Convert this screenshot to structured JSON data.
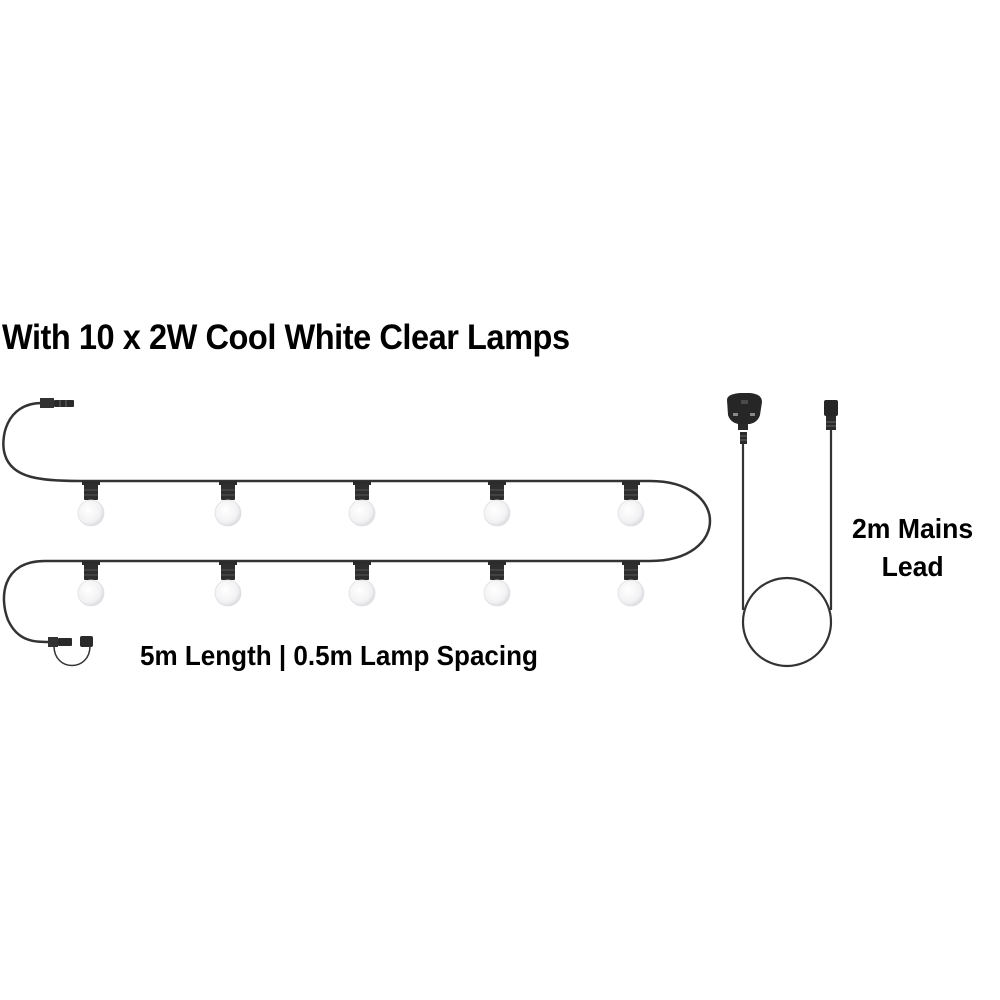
{
  "title": "With 10 x 2W Cool White Clear Lamps",
  "caption": "5m Length | 0.5m Lamp Spacing",
  "mains_lead": {
    "line1": "2m Mains",
    "line2": "Lead"
  },
  "product": {
    "lamp_count": 10,
    "lamp_wattage": "2W",
    "lamp_colour": "Cool White",
    "lamp_type": "Clear",
    "length": "5m",
    "lamp_spacing": "0.5m",
    "mains_lead_length": "2m"
  },
  "colors": {
    "cable": "#333333",
    "text": "#000000",
    "background": "#ffffff",
    "bulb": "#f4f4f6"
  }
}
